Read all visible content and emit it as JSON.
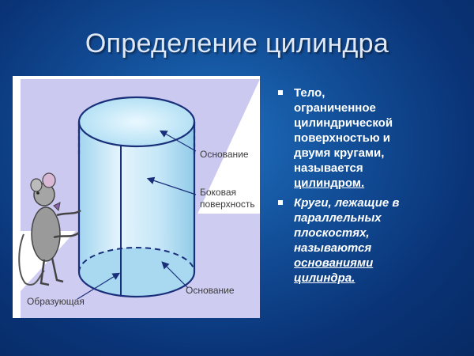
{
  "title": "Определение цилиндра",
  "figure": {
    "labels": {
      "base_top": "Основание",
      "lateral_line1": "Боковая",
      "lateral_line2": "поверхность",
      "base_bottom": "Основание",
      "generatrix": "Образующая"
    }
  },
  "bullets": [
    {
      "lines": [
        "Тело,",
        "ограниченное",
        "цилиндрической",
        "поверхностью и",
        "двумя кругами,",
        "называется"
      ],
      "underlined": "цилиндром."
    },
    {
      "lines": [
        "Круги, лежащие в",
        "параллельных",
        "плоскостях,",
        "называются"
      ],
      "underlined_lines": [
        "основаниями",
        "цилиндра."
      ]
    }
  ],
  "colors": {
    "background": "#0a3478",
    "plane": "#c9c6f0",
    "cylinder": "#bfe6f7",
    "outline": "#1a2f7a"
  }
}
